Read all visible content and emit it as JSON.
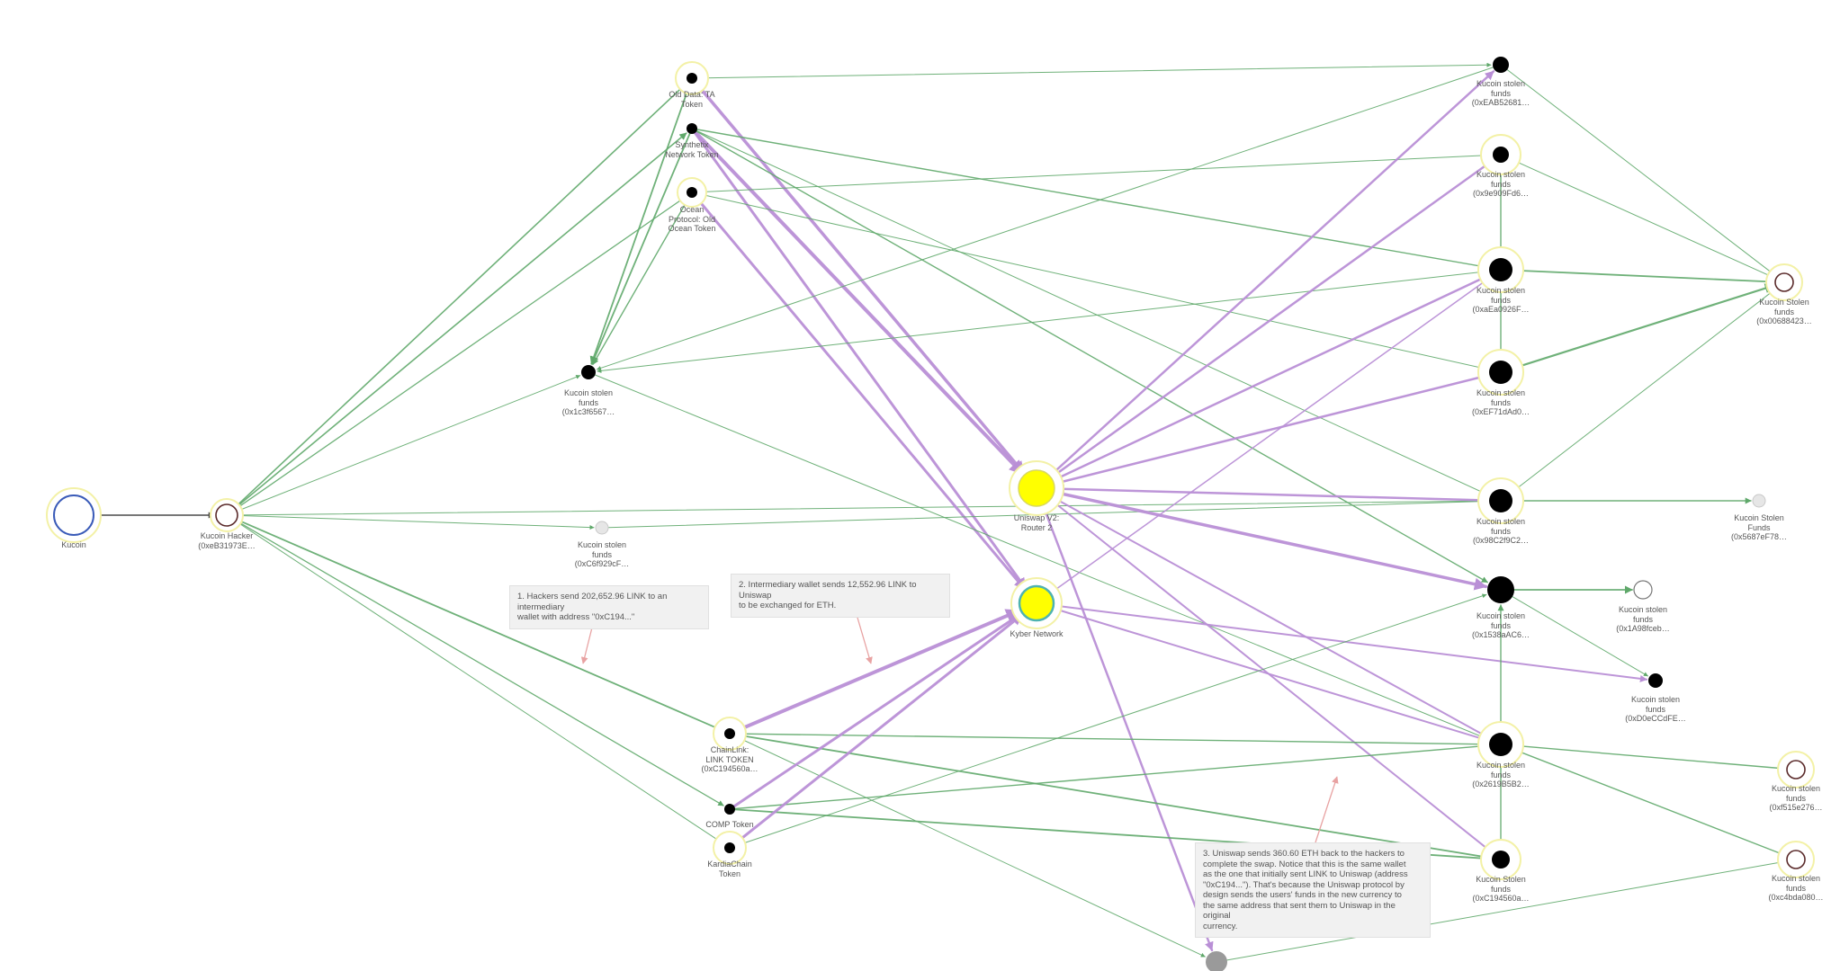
{
  "colors": {
    "edge_green": "#5fa86a",
    "edge_purple": "#b98fd6",
    "edge_dark": "#4a4a4a",
    "node_black": "#000000",
    "node_yellow": "#ffff00",
    "halo_yellow": "#f3f1a6",
    "kucoin_ring": "#3a5bb8",
    "gray_node": "#9a9a9a",
    "light_node": "#e6e6e6",
    "note_bg": "#f1f1f1",
    "note_arrow": "#e8a2a2"
  },
  "nodes": [
    {
      "id": "kucoin",
      "lines": [
        "Kucoin"
      ]
    },
    {
      "id": "hacker",
      "lines": [
        "Kucoin Hacker",
        "(0xeB31973E…"
      ]
    },
    {
      "id": "oldData",
      "lines": [
        "Old Data: TA",
        "Token"
      ]
    },
    {
      "id": "synth",
      "lines": [
        "Synthetix",
        "Network Token"
      ]
    },
    {
      "id": "ocean",
      "lines": [
        "Ocean",
        "Protocol: Old",
        "Ocean Token"
      ]
    },
    {
      "id": "ks1c3f",
      "lines": [
        "Kucoin stolen",
        "funds",
        "(0x1c3f6567…"
      ]
    },
    {
      "id": "ksC6f",
      "lines": [
        "Kucoin stolen",
        "funds",
        "(0xC6f929cF…"
      ]
    },
    {
      "id": "uni",
      "lines": [
        "Uniswap V2:",
        "Router 2"
      ]
    },
    {
      "id": "kyber",
      "lines": [
        "Kyber Network"
      ]
    },
    {
      "id": "chainlink",
      "lines": [
        "ChainLink:",
        "LINK TOKEN",
        "(0xC194560a…"
      ]
    },
    {
      "id": "comp",
      "lines": [
        "COMP Token"
      ]
    },
    {
      "id": "kardia",
      "lines": [
        "KardiaChain",
        "Token"
      ]
    },
    {
      "id": "gray",
      "lines": []
    },
    {
      "id": "r1",
      "lines": [
        "Kucoin stolen",
        "funds",
        "(0xEAB52681…"
      ]
    },
    {
      "id": "r2",
      "lines": [
        "Kucoin stolen",
        "funds",
        "(0x9e909Fd6…"
      ]
    },
    {
      "id": "r3",
      "lines": [
        "Kucoin stolen",
        "funds",
        "(0xaEa0926F…"
      ]
    },
    {
      "id": "r4",
      "lines": [
        "Kucoin stolen",
        "funds",
        "(0xEF71dAd0…"
      ]
    },
    {
      "id": "r5",
      "lines": [
        "Kucoin stolen",
        "funds",
        "(0x98C2f9C2…"
      ]
    },
    {
      "id": "r6",
      "lines": [
        "Kucoin stolen",
        "funds",
        "(0x1538aAC6…"
      ]
    },
    {
      "id": "r7",
      "lines": [
        "Kucoin stolen",
        "funds",
        "(0x2619B5B2…"
      ]
    },
    {
      "id": "r8",
      "lines": [
        "Kucoin Stolen",
        "funds",
        "(0xC194560a…"
      ]
    },
    {
      "id": "f1",
      "lines": [
        "Kucoin Stolen",
        "funds",
        "(0x00688423…"
      ]
    },
    {
      "id": "f2",
      "lines": [
        "Kucoin Stolen",
        "Funds",
        "(0x5687eF78…"
      ]
    },
    {
      "id": "f3",
      "lines": [
        "Kucoin stolen",
        "funds",
        "(0x1A98fceb…"
      ]
    },
    {
      "id": "f4",
      "lines": [
        "Kucoin stolen",
        "funds",
        "(0xD0eCCdFE…"
      ]
    },
    {
      "id": "f5",
      "lines": [
        "Kucoin stolen",
        "funds",
        "(0xf515e276…"
      ]
    },
    {
      "id": "f6",
      "lines": [
        "Kucoin stolen",
        "funds",
        "(0xc4bda080…"
      ]
    }
  ],
  "notes": [
    {
      "id": "note1",
      "lines": [
        "1. Hackers send 202,652.96 LINK to an intermediary",
        "wallet with address \"0xC194...\""
      ]
    },
    {
      "id": "note2",
      "lines": [
        "2. Intermediary wallet sends 12,552.96 LINK to Uniswap",
        "to be exchanged for ETH."
      ]
    },
    {
      "id": "note3",
      "lines": [
        "3. Uniswap sends 360.60 ETH back to the hackers to",
        "complete the swap. Notice that this is the same wallet",
        "as the one that initially sent LINK to Uniswap (address",
        "\"0xC194...\"). That's because the Uniswap protocol by",
        "design sends the users' funds in the new currency to",
        "the same address that sent them to Uniswap in the original",
        "currency."
      ]
    }
  ],
  "edges": [
    {
      "from": "kucoin",
      "to": "hacker",
      "kind": "dark",
      "w": 1.4
    },
    {
      "from": "hacker",
      "to": "oldData",
      "kind": "g",
      "w": 1.6
    },
    {
      "from": "hacker",
      "to": "synth",
      "kind": "g",
      "w": 1.6
    },
    {
      "from": "hacker",
      "to": "ocean",
      "kind": "g",
      "w": 1.3
    },
    {
      "from": "hacker",
      "to": "ks1c3f",
      "kind": "g",
      "w": 1.0
    },
    {
      "from": "hacker",
      "to": "ksC6f",
      "kind": "g",
      "w": 1.0
    },
    {
      "from": "hacker",
      "to": "r5",
      "kind": "g",
      "w": 1.0
    },
    {
      "from": "hacker",
      "to": "chainlink",
      "kind": "g",
      "w": 1.8
    },
    {
      "from": "hacker",
      "to": "comp",
      "kind": "g",
      "w": 1.3
    },
    {
      "from": "hacker",
      "to": "kardia",
      "kind": "g",
      "w": 1.0
    },
    {
      "from": "oldData",
      "to": "uni",
      "kind": "p",
      "w": 3.5
    },
    {
      "from": "oldData",
      "to": "r1",
      "kind": "g",
      "w": 1.0
    },
    {
      "from": "oldData",
      "to": "ks1c3f",
      "kind": "g",
      "w": 1.8
    },
    {
      "from": "synth",
      "to": "uni",
      "kind": "p",
      "w": 4
    },
    {
      "from": "synth",
      "to": "kyber",
      "kind": "p",
      "w": 3
    },
    {
      "from": "synth",
      "to": "ks1c3f",
      "kind": "g",
      "w": 1.8
    },
    {
      "from": "synth",
      "to": "r3",
      "kind": "g",
      "w": 1.4
    },
    {
      "from": "synth",
      "to": "r5",
      "kind": "g",
      "w": 1.0
    },
    {
      "from": "synth",
      "to": "r6",
      "kind": "g",
      "w": 1.4
    },
    {
      "from": "ocean",
      "to": "kyber",
      "kind": "p",
      "w": 3
    },
    {
      "from": "ocean",
      "to": "ks1c3f",
      "kind": "g",
      "w": 1.4
    },
    {
      "from": "ocean",
      "to": "r2",
      "kind": "g",
      "w": 1.0
    },
    {
      "from": "ocean",
      "to": "r4",
      "kind": "g",
      "w": 1.0
    },
    {
      "from": "r1",
      "to": "ks1c3f",
      "kind": "g",
      "w": 1.0
    },
    {
      "from": "r3",
      "to": "ks1c3f",
      "kind": "g",
      "w": 1.0
    },
    {
      "from": "ks1c3f",
      "to": "r7",
      "kind": "g",
      "w": 1.0
    },
    {
      "from": "ksC6f",
      "to": "r5",
      "kind": "g",
      "w": 1.0
    },
    {
      "from": "uni",
      "to": "r1",
      "kind": "p",
      "w": 2.5
    },
    {
      "from": "uni",
      "to": "r2",
      "kind": "p",
      "w": 2.5
    },
    {
      "from": "uni",
      "to": "r3",
      "kind": "p",
      "w": 2.5
    },
    {
      "from": "uni",
      "to": "r4",
      "kind": "p",
      "w": 2.5
    },
    {
      "from": "r5",
      "to": "uni",
      "kind": "p",
      "w": 2.5
    },
    {
      "from": "uni",
      "to": "r6",
      "kind": "p",
      "w": 3.5
    },
    {
      "from": "uni",
      "to": "r7",
      "kind": "p",
      "w": 2
    },
    {
      "from": "uni",
      "to": "r8",
      "kind": "p",
      "w": 2
    },
    {
      "from": "uni",
      "to": "gray",
      "kind": "p",
      "w": 2.5
    },
    {
      "from": "kyber",
      "to": "r3",
      "kind": "p",
      "w": 1.5
    },
    {
      "from": "kyber",
      "to": "f4",
      "kind": "p",
      "w": 2
    },
    {
      "from": "kyber",
      "to": "r7",
      "kind": "p",
      "w": 2
    },
    {
      "from": "chainlink",
      "to": "kyber",
      "kind": "p",
      "w": 4
    },
    {
      "from": "chainlink",
      "to": "r7",
      "kind": "g",
      "w": 1.4
    },
    {
      "from": "chainlink",
      "to": "r8",
      "kind": "g",
      "w": 1.8
    },
    {
      "from": "chainlink",
      "to": "gray",
      "kind": "g",
      "w": 1.0
    },
    {
      "from": "comp",
      "to": "kyber",
      "kind": "p",
      "w": 3
    },
    {
      "from": "comp",
      "to": "r7",
      "kind": "g",
      "w": 1.4
    },
    {
      "from": "comp",
      "to": "r8",
      "kind": "g",
      "w": 1.8
    },
    {
      "from": "kardia",
      "to": "kyber",
      "kind": "p",
      "w": 3
    },
    {
      "from": "kardia",
      "to": "r6",
      "kind": "g",
      "w": 1.0
    },
    {
      "from": "gray",
      "to": "f6",
      "kind": "g",
      "w": 1.0
    },
    {
      "from": "r1",
      "to": "f1",
      "kind": "g",
      "w": 1.0
    },
    {
      "from": "r2",
      "to": "f1",
      "kind": "g",
      "w": 1.0
    },
    {
      "from": "r2",
      "to": "r3",
      "kind": "g",
      "w": 1.4
    },
    {
      "from": "r3",
      "to": "f1",
      "kind": "g",
      "w": 1.8
    },
    {
      "from": "r3",
      "to": "r4",
      "kind": "g",
      "w": 1.4
    },
    {
      "from": "r4",
      "to": "f1",
      "kind": "g",
      "w": 2.2
    },
    {
      "from": "r5",
      "to": "f1",
      "kind": "g",
      "w": 1.0
    },
    {
      "from": "r5",
      "to": "f2",
      "kind": "g",
      "w": 1.4
    },
    {
      "from": "r6",
      "to": "f3",
      "kind": "g",
      "w": 1.8
    },
    {
      "from": "r6",
      "to": "f4",
      "kind": "g",
      "w": 1.0
    },
    {
      "from": "r7",
      "to": "r6",
      "kind": "g",
      "w": 1.4
    },
    {
      "from": "r7",
      "to": "f5",
      "kind": "g",
      "w": 1.4
    },
    {
      "from": "r7",
      "to": "f6",
      "kind": "g",
      "w": 1.4
    },
    {
      "from": "r8",
      "to": "r7",
      "kind": "g",
      "w": 1.4
    }
  ]
}
